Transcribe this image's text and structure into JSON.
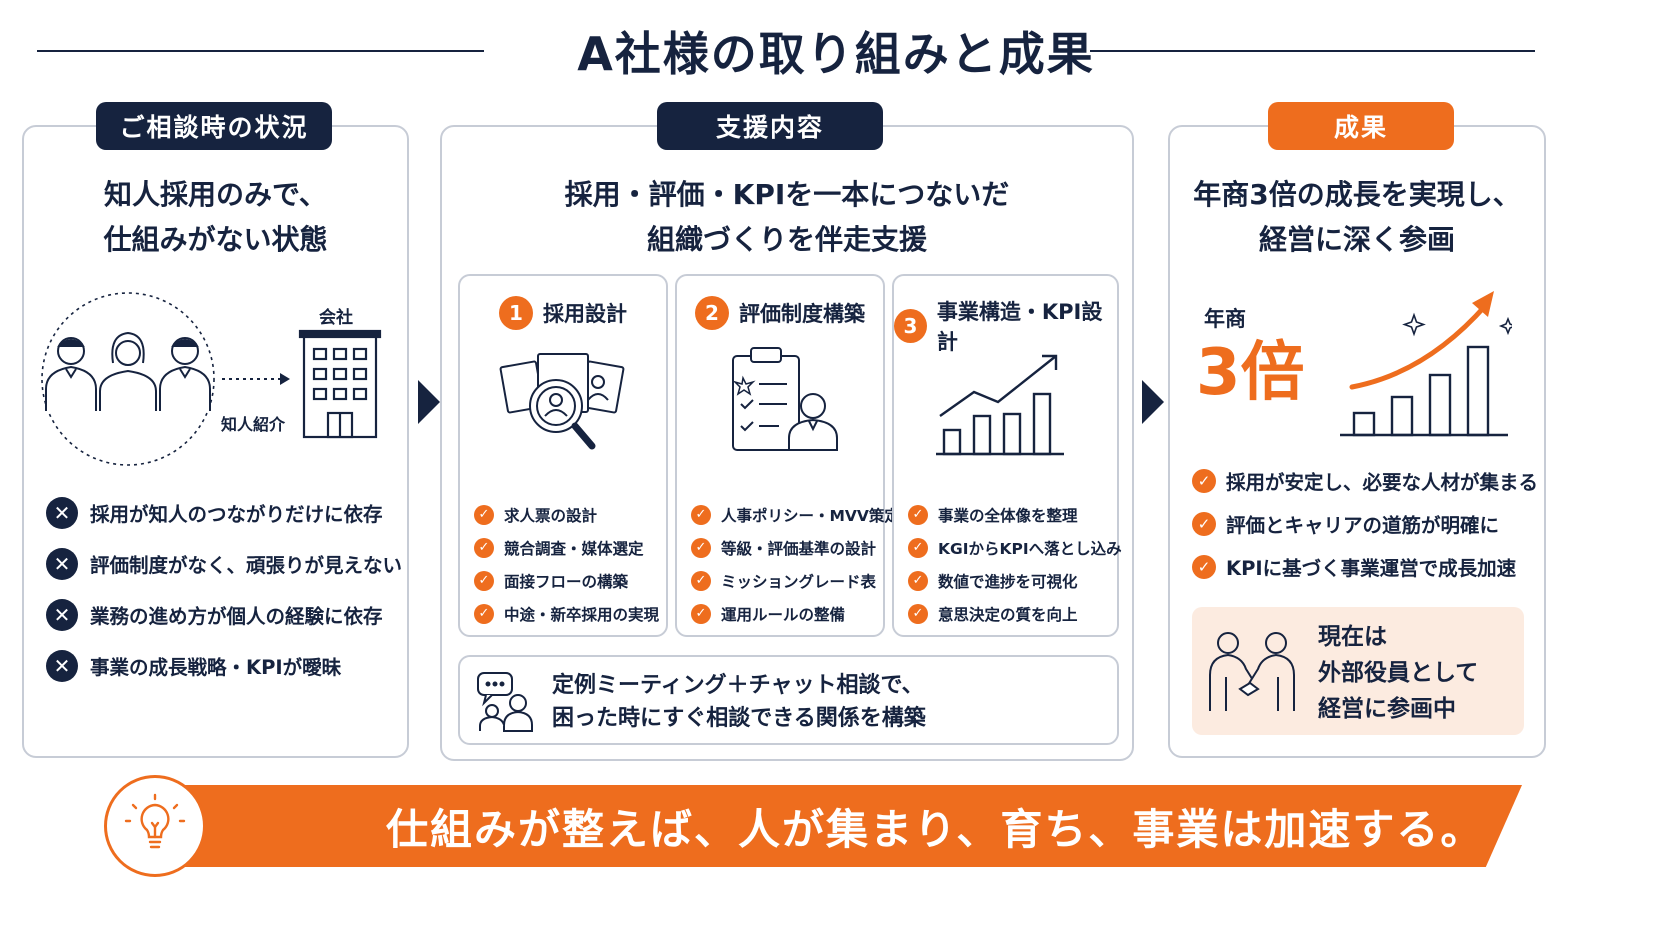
{
  "title": "A社様の取り組みと成果",
  "colors": {
    "navy": "#16233f",
    "orange": "#ee6d1e",
    "border": "#c7ccd6",
    "peach": "#fcebe0"
  },
  "situation": {
    "tag": "ご相談時の状況",
    "headline_line1": "知人採用のみで、",
    "headline_line2": "仕組みがない状態",
    "company_label": "会社",
    "referral_label": "知人紹介",
    "issues": [
      "採用が知人のつながりだけに依存",
      "評価制度がなく、頑張りが見えない",
      "業務の進め方が個人の経験に依存",
      "事業の成長戦略・KPIが曖昧"
    ],
    "issue_icon": "x-icon"
  },
  "support": {
    "tag": "支援内容",
    "headline_line1": "採用・評価・KPIを一本につないだ",
    "headline_line2": "組織づくりを伴走支援",
    "cards": [
      {
        "num": "1",
        "title": "採用設計",
        "icon": "recruit-search-icon",
        "items": [
          "求人票の設計",
          "競合調査・媒体選定",
          "面接フローの構築",
          "中途・新卒採用の実現"
        ]
      },
      {
        "num": "2",
        "title": "評価制度構築",
        "icon": "evaluation-clipboard-icon",
        "items": [
          "人事ポリシー・MVV策定",
          "等級・評価基準の設計",
          "ミッショングレード表",
          "運用ルールの整備"
        ]
      },
      {
        "num": "3",
        "title": "事業構造・KPI設計",
        "icon": "growth-chart-icon",
        "items": [
          "事業の全体像を整理",
          "KGIからKPIへ落とし込み",
          "数値で進捗を可視化",
          "意思決定の質を向上"
        ]
      }
    ],
    "meeting_line1": "定例ミーティング＋チャット相談で、",
    "meeting_line2": "困った時にすぐ相談できる関係を構築",
    "meeting_icon": "chat-consult-icon"
  },
  "result": {
    "tag": "成果",
    "headline_line1": "年商3倍の成長を実現し、",
    "headline_line2": "経営に深く参画",
    "revenue_label": "年商",
    "revenue_value": "3倍",
    "results": [
      "採用が安定し、必要な人材が集まる",
      "評価とキャリアの道筋が明確に",
      "KPIに基づく事業運営で成長加速"
    ],
    "now_line1": "現在は",
    "now_line2": "外部役員として",
    "now_line3": "経営に参画中"
  },
  "banner": "仕組みが整えば、人が集まり、育ち、事業は加速する。"
}
